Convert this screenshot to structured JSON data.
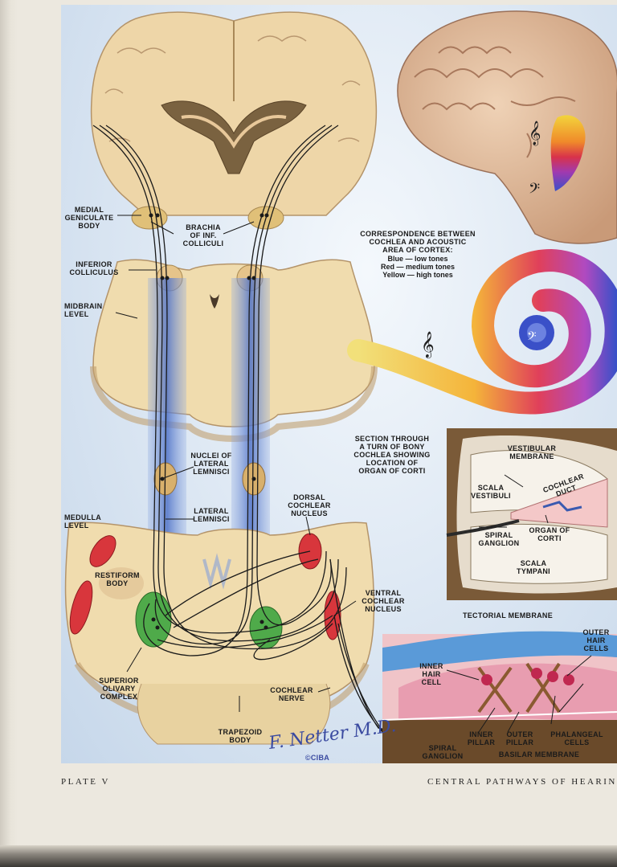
{
  "labels": {
    "medial_geniculate": "MEDIAL\nGENICULATE\nBODY",
    "brachia": "BRACHIA\nOF INF.\nCOLLICULI",
    "inferior_colliculus": "INFERIOR\nCOLLICULUS",
    "midbrain_level": "MIDBRAIN\nLEVEL",
    "nuclei_lateral_lemnisci": "NUCLEI OF\nLATERAL\nLEMNISCI",
    "lateral_lemnisci": "LATERAL\nLEMNISCI",
    "dorsal_cochlear": "DORSAL\nCOCHLEAR\nNUCLEUS",
    "medulla_level": "MEDULLA\nLEVEL",
    "restiform": "RESTIFORM\nBODY",
    "ventral_cochlear": "VENTRAL\nCOCHLEAR\nNUCLEUS",
    "superior_olivary": "SUPERIOR\nOLIVARY\nCOMPLEX",
    "cochlear_nerve": "COCHLEAR\nNERVE",
    "trapezoid": "TRAPEZOID\nBODY",
    "spiral_ganglion_bottom": "SPIRAL\nGANGLION",
    "correspondence_title": "CORRESPONDENCE BETWEEN\nCOCHLEA AND ACOUSTIC\nAREA OF CORTEX:",
    "key_blue": "Blue — low tones",
    "key_red": "Red — medium tones",
    "key_yellow": "Yellow — high tones",
    "section_title": "SECTION THROUGH\nA TURN OF BONY\nCOCHLEA SHOWING\nLOCATION OF\nORGAN OF CORTI",
    "vestibular_membrane": "VESTIBULAR\nMEMBRANE",
    "scala_vestibuli": "SCALA\nVESTIBULI",
    "cochlear_duct": "COCHLEAR\nDUCT",
    "spiral_ganglion_section": "SPIRAL\nGANGLION",
    "organ_of_corti": "ORGAN OF\nCORTI",
    "scala_tympani": "SCALA\nTYMPANI",
    "tectorial": "TECTORIAL MEMBRANE",
    "outer_hair_cells": "OUTER\nHAIR\nCELLS",
    "inner_hair_cell": "INNER\nHAIR\nCELL",
    "inner_pillar": "INNER\nPILLAR",
    "outer_pillar": "OUTER\nPILLAR",
    "phalangeal": "PHALANGEAL\nCELLS",
    "basilar": "BASILAR MEMBRANE",
    "ciba": "©CIBA",
    "signature": "F. Netter M.D."
  },
  "footer": {
    "plate": "PLATE V",
    "caption": "CENTRAL PATHWAYS OF HEARING"
  },
  "colors": {
    "brain_tan": "#e9cf9f",
    "cortex_pink": "#e8b49a",
    "low_tone": "#3a50c8",
    "mid_tone": "#d8324a",
    "high_tone": "#f2d43c",
    "nucleus_green": "#4faa4a",
    "nucleus_red": "#d8363c",
    "pathway_blue": "#6f90d6"
  }
}
